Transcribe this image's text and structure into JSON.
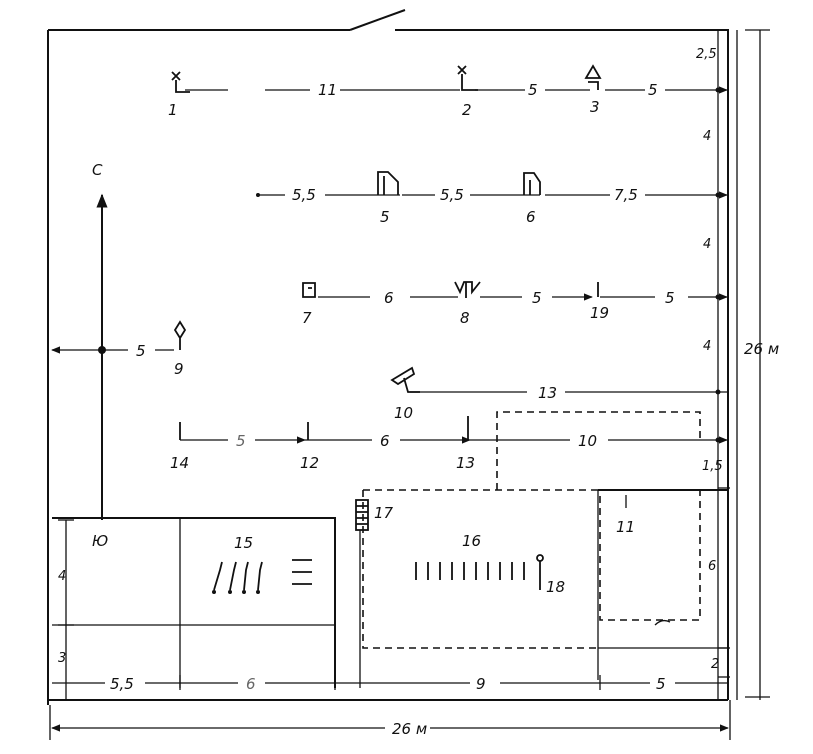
{
  "diagram": {
    "north_label": "С",
    "total_width_label": "26 м",
    "total_height_label": "26 м",
    "station_labels": {
      "s1": "1",
      "s2": "2",
      "s3": "3",
      "s5": "5",
      "s6": "6",
      "s7": "7",
      "s8": "8",
      "s19": "19",
      "s9": "9",
      "s10": "10",
      "s14": "14",
      "s12": "12",
      "s13": "13",
      "s11": "11",
      "s15": "15",
      "s16": "16",
      "s17": "17",
      "s18": "18",
      "ju": "Ю"
    },
    "row1": {
      "d1": "11",
      "d2": "5",
      "d3": "5"
    },
    "row2": {
      "d1": "5,5",
      "d2": "5,5",
      "d3": "7,5"
    },
    "row3": {
      "d1": "6",
      "d2": "5",
      "d3": "5"
    },
    "west": {
      "d1": "5"
    },
    "row4": {
      "d1": "13"
    },
    "row5": {
      "d1": "5",
      "d2": "6",
      "d3": "10"
    },
    "right_dims": {
      "d1": "2,5",
      "d2": "4",
      "d3": "4",
      "d4": "4",
      "d5": "1,5",
      "d6": "6",
      "d7": "2"
    },
    "left_dims": {
      "d1": "4",
      "d2": "3"
    },
    "bottom_dims": {
      "d1": "5,5",
      "d2": "6",
      "d3": "9",
      "d4": "5"
    }
  }
}
